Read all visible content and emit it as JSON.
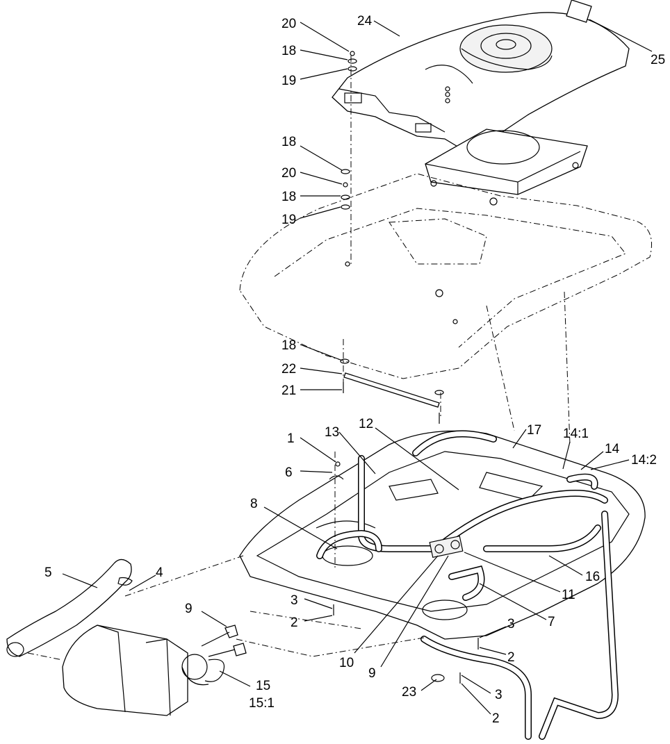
{
  "diagram": {
    "callouts": [
      {
        "id": "c24",
        "text": "24"
      },
      {
        "id": "c25",
        "text": "25"
      },
      {
        "id": "c20a",
        "text": "20"
      },
      {
        "id": "c18a",
        "text": "18"
      },
      {
        "id": "c19a",
        "text": "19"
      },
      {
        "id": "c18b",
        "text": "18"
      },
      {
        "id": "c20b",
        "text": "20"
      },
      {
        "id": "c18c",
        "text": "18"
      },
      {
        "id": "c19b",
        "text": "19"
      },
      {
        "id": "c18d",
        "text": "18"
      },
      {
        "id": "c22",
        "text": "22"
      },
      {
        "id": "c21",
        "text": "21"
      },
      {
        "id": "c1",
        "text": "1"
      },
      {
        "id": "c13",
        "text": "13"
      },
      {
        "id": "c12",
        "text": "12"
      },
      {
        "id": "c17",
        "text": "17"
      },
      {
        "id": "c14_1",
        "text": "14:1"
      },
      {
        "id": "c14",
        "text": "14"
      },
      {
        "id": "c14_2",
        "text": "14:2"
      },
      {
        "id": "c6",
        "text": "6"
      },
      {
        "id": "c8",
        "text": "8"
      },
      {
        "id": "c5",
        "text": "5"
      },
      {
        "id": "c4",
        "text": "4"
      },
      {
        "id": "c16",
        "text": "16"
      },
      {
        "id": "c11",
        "text": "11"
      },
      {
        "id": "c3a",
        "text": "3"
      },
      {
        "id": "c2a",
        "text": "2"
      },
      {
        "id": "c9a",
        "text": "9"
      },
      {
        "id": "c7",
        "text": "7"
      },
      {
        "id": "c3b",
        "text": "3"
      },
      {
        "id": "c2b",
        "text": "2"
      },
      {
        "id": "c10",
        "text": "10"
      },
      {
        "id": "c9b",
        "text": "9"
      },
      {
        "id": "c15",
        "text": "15"
      },
      {
        "id": "c15_1",
        "text": "15:1"
      },
      {
        "id": "c23",
        "text": "23"
      },
      {
        "id": "c3c",
        "text": "3"
      },
      {
        "id": "c2c",
        "text": "2"
      }
    ]
  }
}
